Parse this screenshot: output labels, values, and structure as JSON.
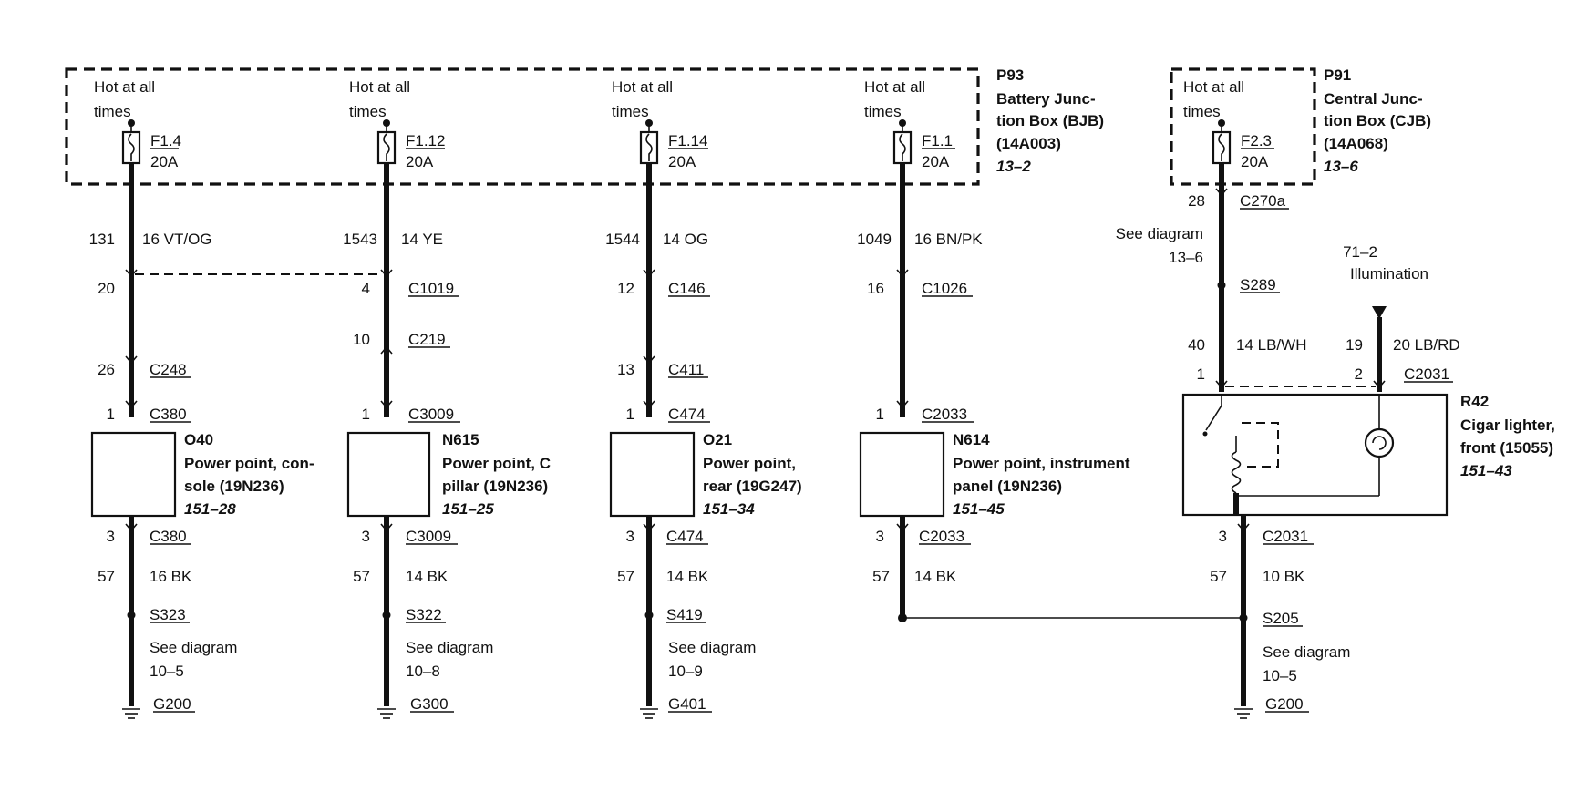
{
  "bjb": {
    "ref": "P93",
    "name1": "Battery Junc-",
    "name2": "tion Box (BJB)",
    "part": "(14A003)",
    "diag": "13–2"
  },
  "cjb": {
    "ref": "P91",
    "name1": "Central Junc-",
    "name2": "tion Box (CJB)",
    "part": "(14A068)",
    "diag": "13–6"
  },
  "hot1": "Hot at all",
  "hot2": "times",
  "circuits": [
    {
      "fuse": "F1.4",
      "amp": "20A",
      "wire_num": "131",
      "wire_spec": "16 VT/OG",
      "c1_pin": "20",
      "c1": "",
      "c2_pin": "26",
      "c2": "C248",
      "c3_pin": "1",
      "c3": "C380",
      "dev_ref": "O40",
      "dev_l1": "Power point, con-",
      "dev_l2": "sole (19N236)",
      "dev_diag": "151–28",
      "out_pin": "3",
      "out_conn": "C380",
      "gnd_num": "57",
      "gnd_spec": "16 BK",
      "splice": "S323",
      "see": "See diagram",
      "see_ref": "10–5",
      "ground": "G200"
    },
    {
      "fuse": "F1.12",
      "amp": "20A",
      "wire_num": "1543",
      "wire_spec": "14 YE",
      "c1_pin": "4",
      "c1": "C1019",
      "c2_pin": "10",
      "c2": "C219",
      "c3_pin": "1",
      "c3": "C3009",
      "dev_ref": "N615",
      "dev_l1": "Power point, C",
      "dev_l2": "pillar (19N236)",
      "dev_diag": "151–25",
      "out_pin": "3",
      "out_conn": "C3009",
      "gnd_num": "57",
      "gnd_spec": "14 BK",
      "splice": "S322",
      "see": "See diagram",
      "see_ref": "10–8",
      "ground": "G300"
    },
    {
      "fuse": "F1.14",
      "amp": "20A",
      "wire_num": "1544",
      "wire_spec": "14 OG",
      "c1_pin": "12",
      "c1": "C146",
      "c2_pin": "13",
      "c2": "C411",
      "c3_pin": "1",
      "c3": "C474",
      "dev_ref": "O21",
      "dev_l1": "Power point,",
      "dev_l2": "rear (19G247)",
      "dev_diag": "151–34",
      "out_pin": "3",
      "out_conn": "C474",
      "gnd_num": "57",
      "gnd_spec": "14 BK",
      "splice": "S419",
      "see": "See diagram",
      "see_ref": "10–9",
      "ground": "G401"
    },
    {
      "fuse": "F1.1",
      "amp": "20A",
      "wire_num": "1049",
      "wire_spec": "16 BN/PK",
      "c1_pin": "16",
      "c1": "C1026",
      "c2_pin": "",
      "c2": "",
      "c3_pin": "1",
      "c3": "C2033",
      "dev_ref": "N614",
      "dev_l1": "Power point, instrument",
      "dev_l2": "panel (19N236)",
      "dev_diag": "151–45",
      "out_pin": "3",
      "out_conn": "C2033",
      "gnd_num": "57",
      "gnd_spec": "14 BK",
      "splice": "",
      "see": "",
      "see_ref": "",
      "ground": ""
    }
  ],
  "lighter": {
    "fuse": "F2.3",
    "amp": "20A",
    "top_pin": "28",
    "top_conn": "C270a",
    "see": "See diagram",
    "see_ref": "13–6",
    "splice": "S289",
    "illum_ref": "71–2",
    "illum_label": "Illumination",
    "feed_num": "40",
    "feed_spec": "14 LB/WH",
    "illum_num": "19",
    "illum_spec": "20 LB/RD",
    "pin1": "1",
    "pin2": "2",
    "conn": "C2031",
    "dev_ref": "R42",
    "dev_l1": "Cigar lighter,",
    "dev_l2": "front (15055)",
    "dev_diag": "151–43",
    "out_pin": "3",
    "out_conn": "C2031",
    "gnd_num": "57",
    "gnd_spec": "10 BK",
    "splice2": "S205",
    "see2": "See diagram",
    "see2_ref": "10–5",
    "ground": "G200"
  }
}
